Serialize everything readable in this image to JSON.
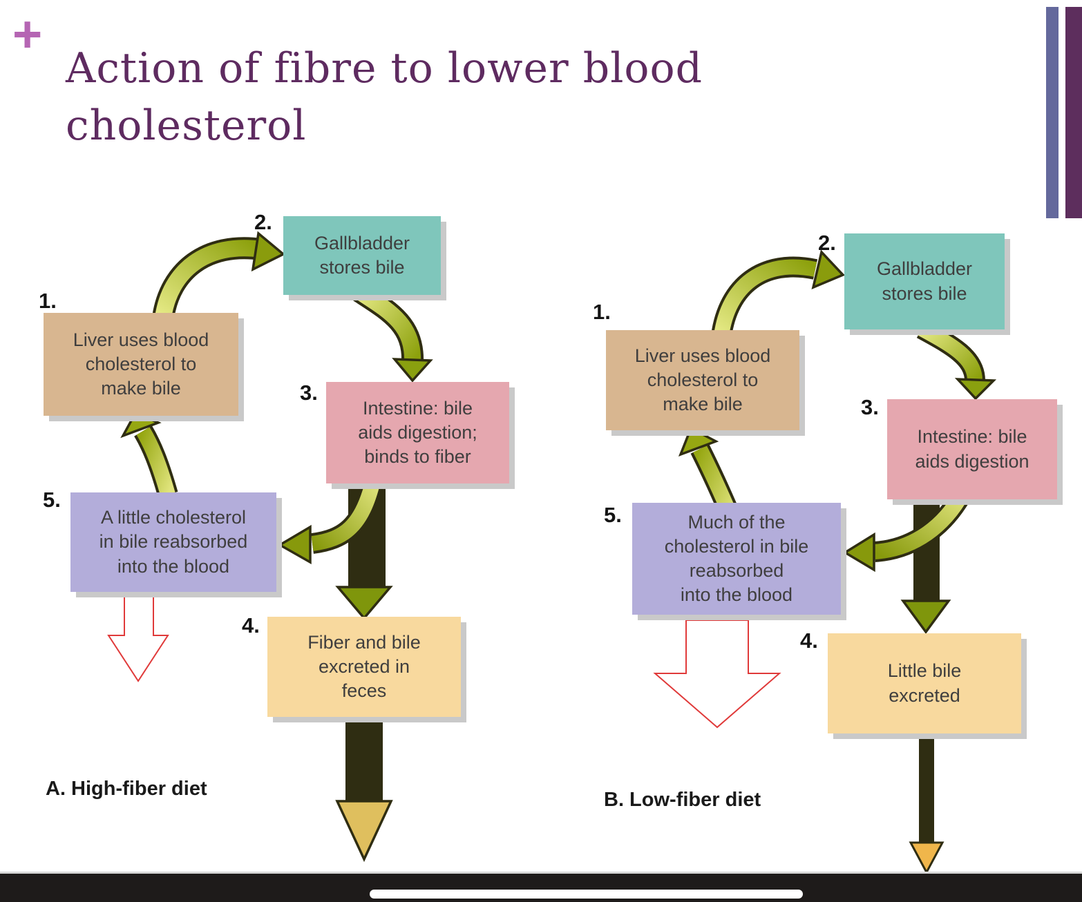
{
  "slide": {
    "title": "Action of fibre to lower blood cholesterol",
    "title_lines": [
      "Action of fibre to lower blood",
      "cholesterol"
    ],
    "plus_marker": "+",
    "colors": {
      "title": "#5e2b60",
      "plus": "#b565b3",
      "accent_bar_blue": "#64699c",
      "accent_bar_purple": "#5d2e5d"
    }
  },
  "figure": {
    "box_colors": {
      "step1_liver": "#d8b690",
      "step2_gallbladder": "#7fc6bb",
      "step3_intestine": "#e5a7af",
      "step4_excretion": "#f8d99e",
      "step5_reabsorption": "#b3adda"
    },
    "arrow_colors": {
      "green_light": "#e6ea86",
      "green_dark": "#8da10d",
      "excretion_tan": "#e5c05e",
      "red_outline": "#e03a3a"
    },
    "diagrams": [
      {
        "label": "A",
        "caption": "A. High-fiber diet",
        "steps": [
          {
            "num": "1.",
            "lines": [
              "Liver uses blood",
              "cholesterol to",
              "make bile"
            ]
          },
          {
            "num": "2.",
            "lines": [
              "Gallbladder",
              "stores bile"
            ]
          },
          {
            "num": "3.",
            "lines": [
              "Intestine: bile",
              "aids digestion;",
              "binds to fiber"
            ]
          },
          {
            "num": "4.",
            "lines": [
              "Fiber and bile",
              "excreted in",
              "feces"
            ]
          },
          {
            "num": "5.",
            "lines": [
              "A little cholesterol",
              "in bile reabsorbed",
              "into the blood"
            ]
          }
        ]
      },
      {
        "label": "B",
        "caption": "B. Low-fiber diet",
        "steps": [
          {
            "num": "1.",
            "lines": [
              "Liver uses blood",
              "cholesterol to",
              "make bile"
            ]
          },
          {
            "num": "2.",
            "lines": [
              "Gallbladder",
              "stores bile"
            ]
          },
          {
            "num": "3.",
            "lines": [
              "Intestine: bile",
              "aids digestion"
            ]
          },
          {
            "num": "4.",
            "lines": [
              "Little bile",
              "excreted"
            ]
          },
          {
            "num": "5.",
            "lines": [
              "Much of the",
              "cholesterol in bile",
              "reabsorbed",
              "into the blood"
            ]
          }
        ]
      }
    ]
  },
  "icons": {
    "plus": "+",
    "home_indicator": "rounded-bar"
  }
}
